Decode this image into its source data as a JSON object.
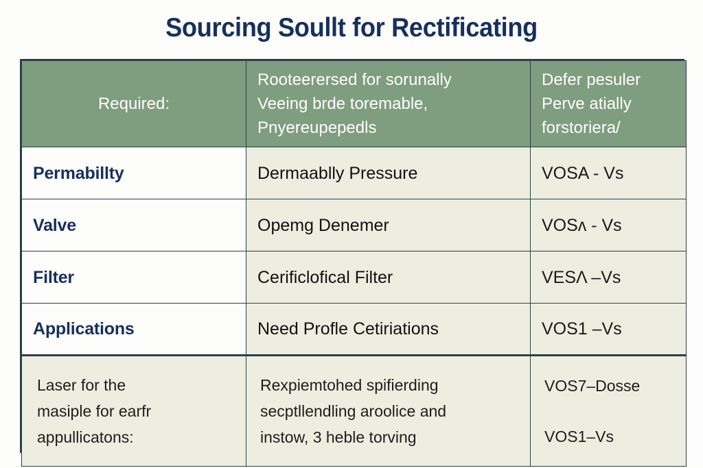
{
  "document": {
    "title": "Sourcing Soullt for Rectificating"
  },
  "table": {
    "header": {
      "col1": "Required:",
      "col2_lines": [
        "Rooteerersed for sorunally",
        "Veeing brde toremable,",
        "Pnyereupepedls"
      ],
      "col3_lines": [
        "Defer pesuler",
        "Perve atially",
        "forstoriera/"
      ]
    },
    "rows": [
      {
        "label": "Permabillty",
        "description": "Dermaablly Pressure",
        "code": "VOSA - Vs"
      },
      {
        "label": "Valve",
        "description": "Opemg Denemer",
        "code": "VOSʌ - Vs"
      },
      {
        "label": "Filter",
        "description": "Cerificlofical Filter",
        "code": "VESΛ –Vs"
      },
      {
        "label": "Applications",
        "description": "Need Profle Cetiriations",
        "code": "VOS1 –Vs"
      }
    ],
    "footer": {
      "col1_lines": [
        "Laser for the",
        "masiple for earfr",
        "appullicatons:"
      ],
      "col2_lines": [
        "Rexpiemtohed spifierding",
        "secptllendling aroolice and",
        "instow, 3 heble torving"
      ],
      "col3_lines": [
        "VOS7–Dosse",
        "VOS1–Vs"
      ]
    }
  },
  "colors": {
    "title": "#16305c",
    "header_bg": "#7f9d7f",
    "header_text": "#ffffff",
    "border": "#2a3f47",
    "cell_bg": "#edeee0",
    "label_bg": "#fdfdfb",
    "label_text": "#16305c"
  }
}
